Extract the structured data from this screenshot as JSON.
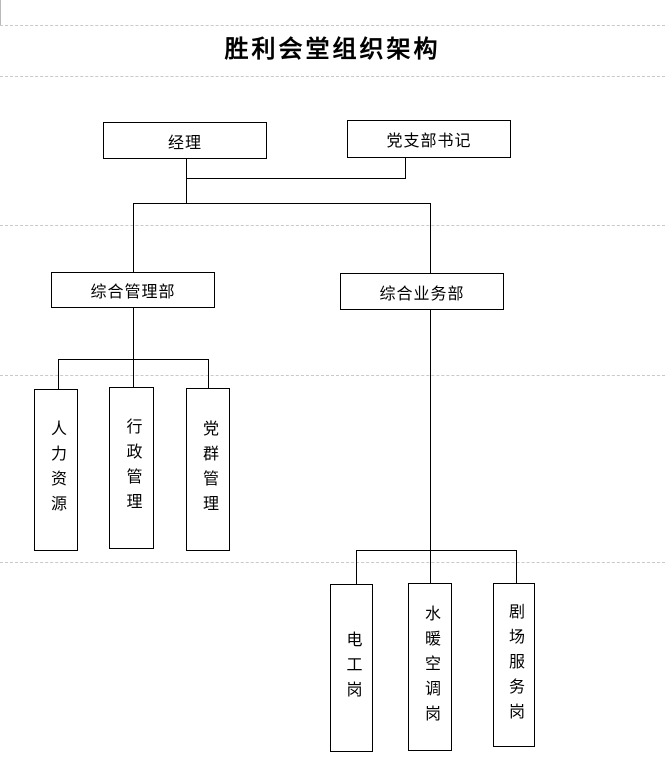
{
  "document": {
    "title": "胜利会堂组织架构"
  },
  "org_chart": {
    "type": "org-tree",
    "leadership": [
      {
        "label": "经理"
      },
      {
        "label": "党支部书记"
      }
    ],
    "departments": [
      {
        "label": "综合管理部",
        "positions": [
          {
            "label": "人力资源"
          },
          {
            "label": "行政管理"
          },
          {
            "label": "党群管理"
          }
        ]
      },
      {
        "label": "综合业务部",
        "positions": [
          {
            "label": "电工岗"
          },
          {
            "label": "水暖空调岗"
          },
          {
            "label": "剧场服务岗"
          }
        ]
      }
    ]
  },
  "colors": {
    "connector": "#000000",
    "box_border": "#000000",
    "grid_line": "#c9c9c9",
    "text": "#000000",
    "background": "#ffffff"
  }
}
